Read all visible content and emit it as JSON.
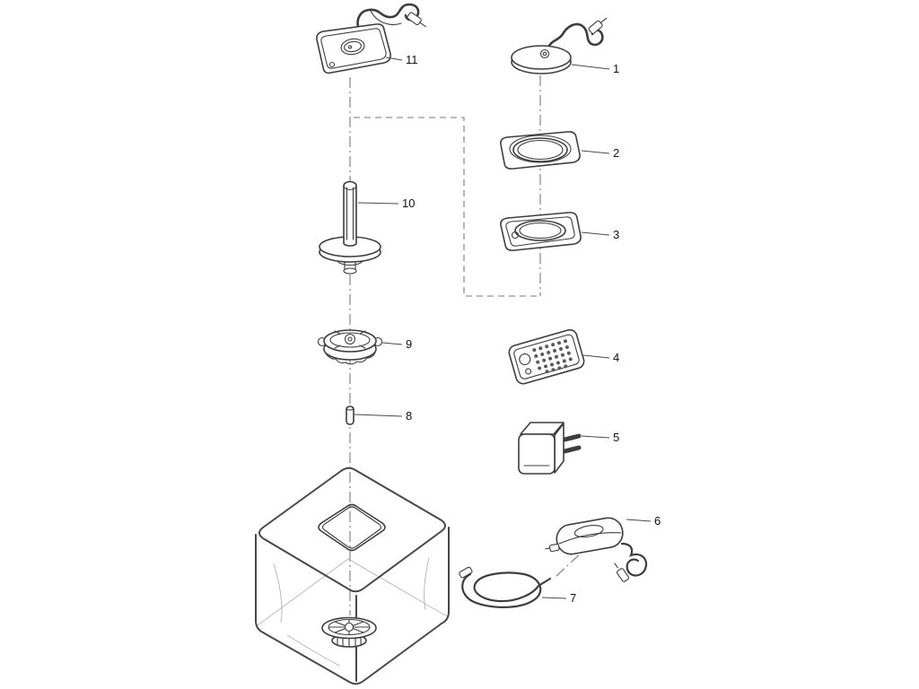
{
  "theme": {
    "ink": "#3d3d3d",
    "faint": "#9a9a9a",
    "label": "#111111",
    "bg": "#ffffff"
  },
  "diagram": {
    "type": "exploded-parts-diagram",
    "part_labels": [
      "1",
      "2",
      "3",
      "4",
      "5",
      "6",
      "7",
      "8",
      "9",
      "10",
      "11"
    ]
  }
}
